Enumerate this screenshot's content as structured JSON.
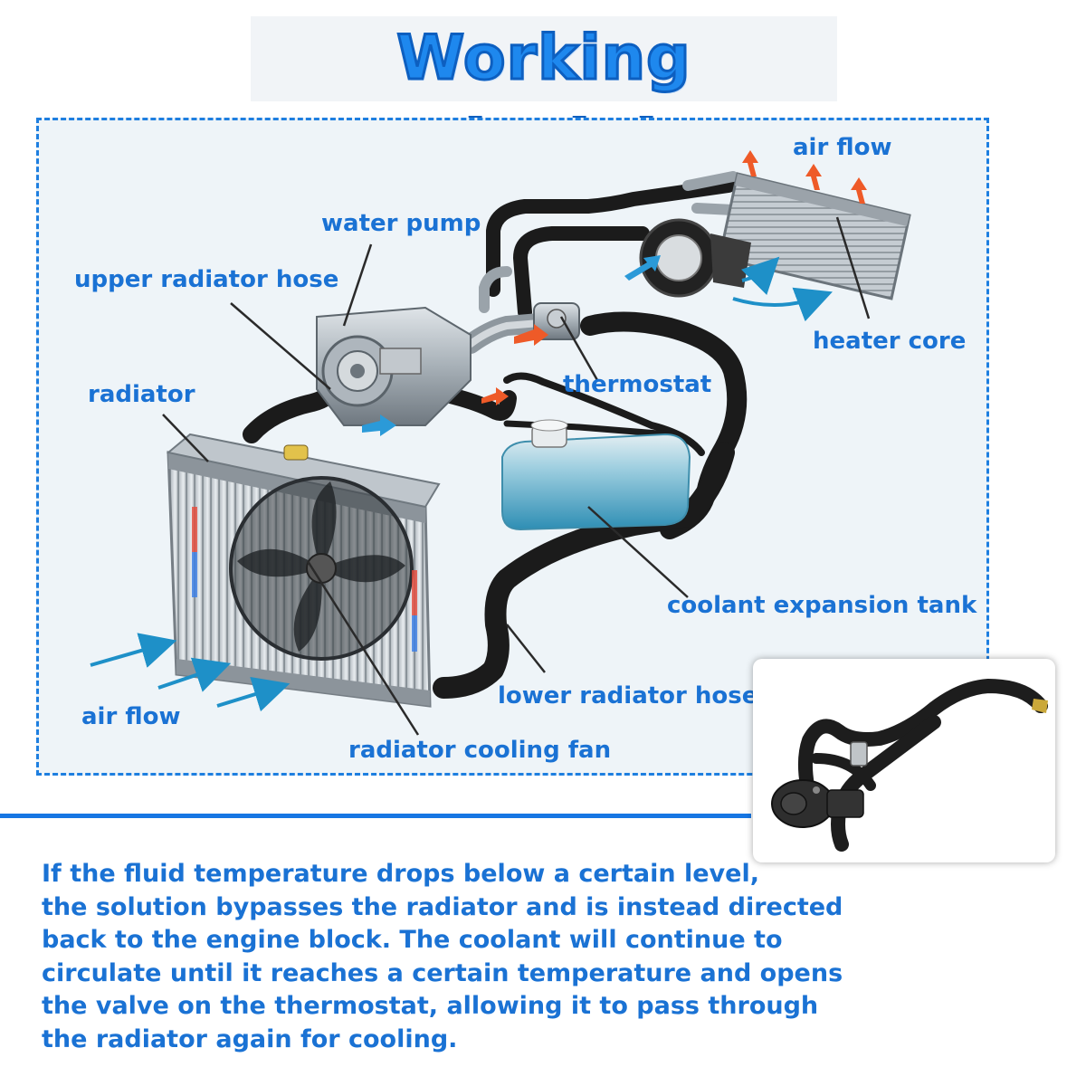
{
  "title": "Working Princigle",
  "labels": {
    "air_flow_top": "air flow",
    "water_pump": "water pump",
    "upper_radiator_hose": "upper radiator hose",
    "heater_core": "heater core",
    "radiator": "radiator",
    "thermostat": "thermostat",
    "coolant_expansion_tank": "coolant expansion tank",
    "lower_radiator_hose": "lower radiator hose",
    "air_flow_bottom": "air flow",
    "radiator_cooling_fan": "radiator cooling fan"
  },
  "description": [
    "If the fluid temperature drops below a certain level,",
    "the solution bypasses the radiator and is instead directed",
    "back to the engine block. The coolant will continue to",
    "circulate until it reaches a certain temperature and opens",
    "the valve on the thermostat, allowing it to pass through",
    "the radiator again for cooling."
  ],
  "colors": {
    "accent_blue": "#1a72d4",
    "hose_black": "#1b1b1b",
    "hot_arrow": "#ee5a28",
    "cool_arrow": "#2b9ad8",
    "coolant_tank": "#4aa8c8"
  }
}
